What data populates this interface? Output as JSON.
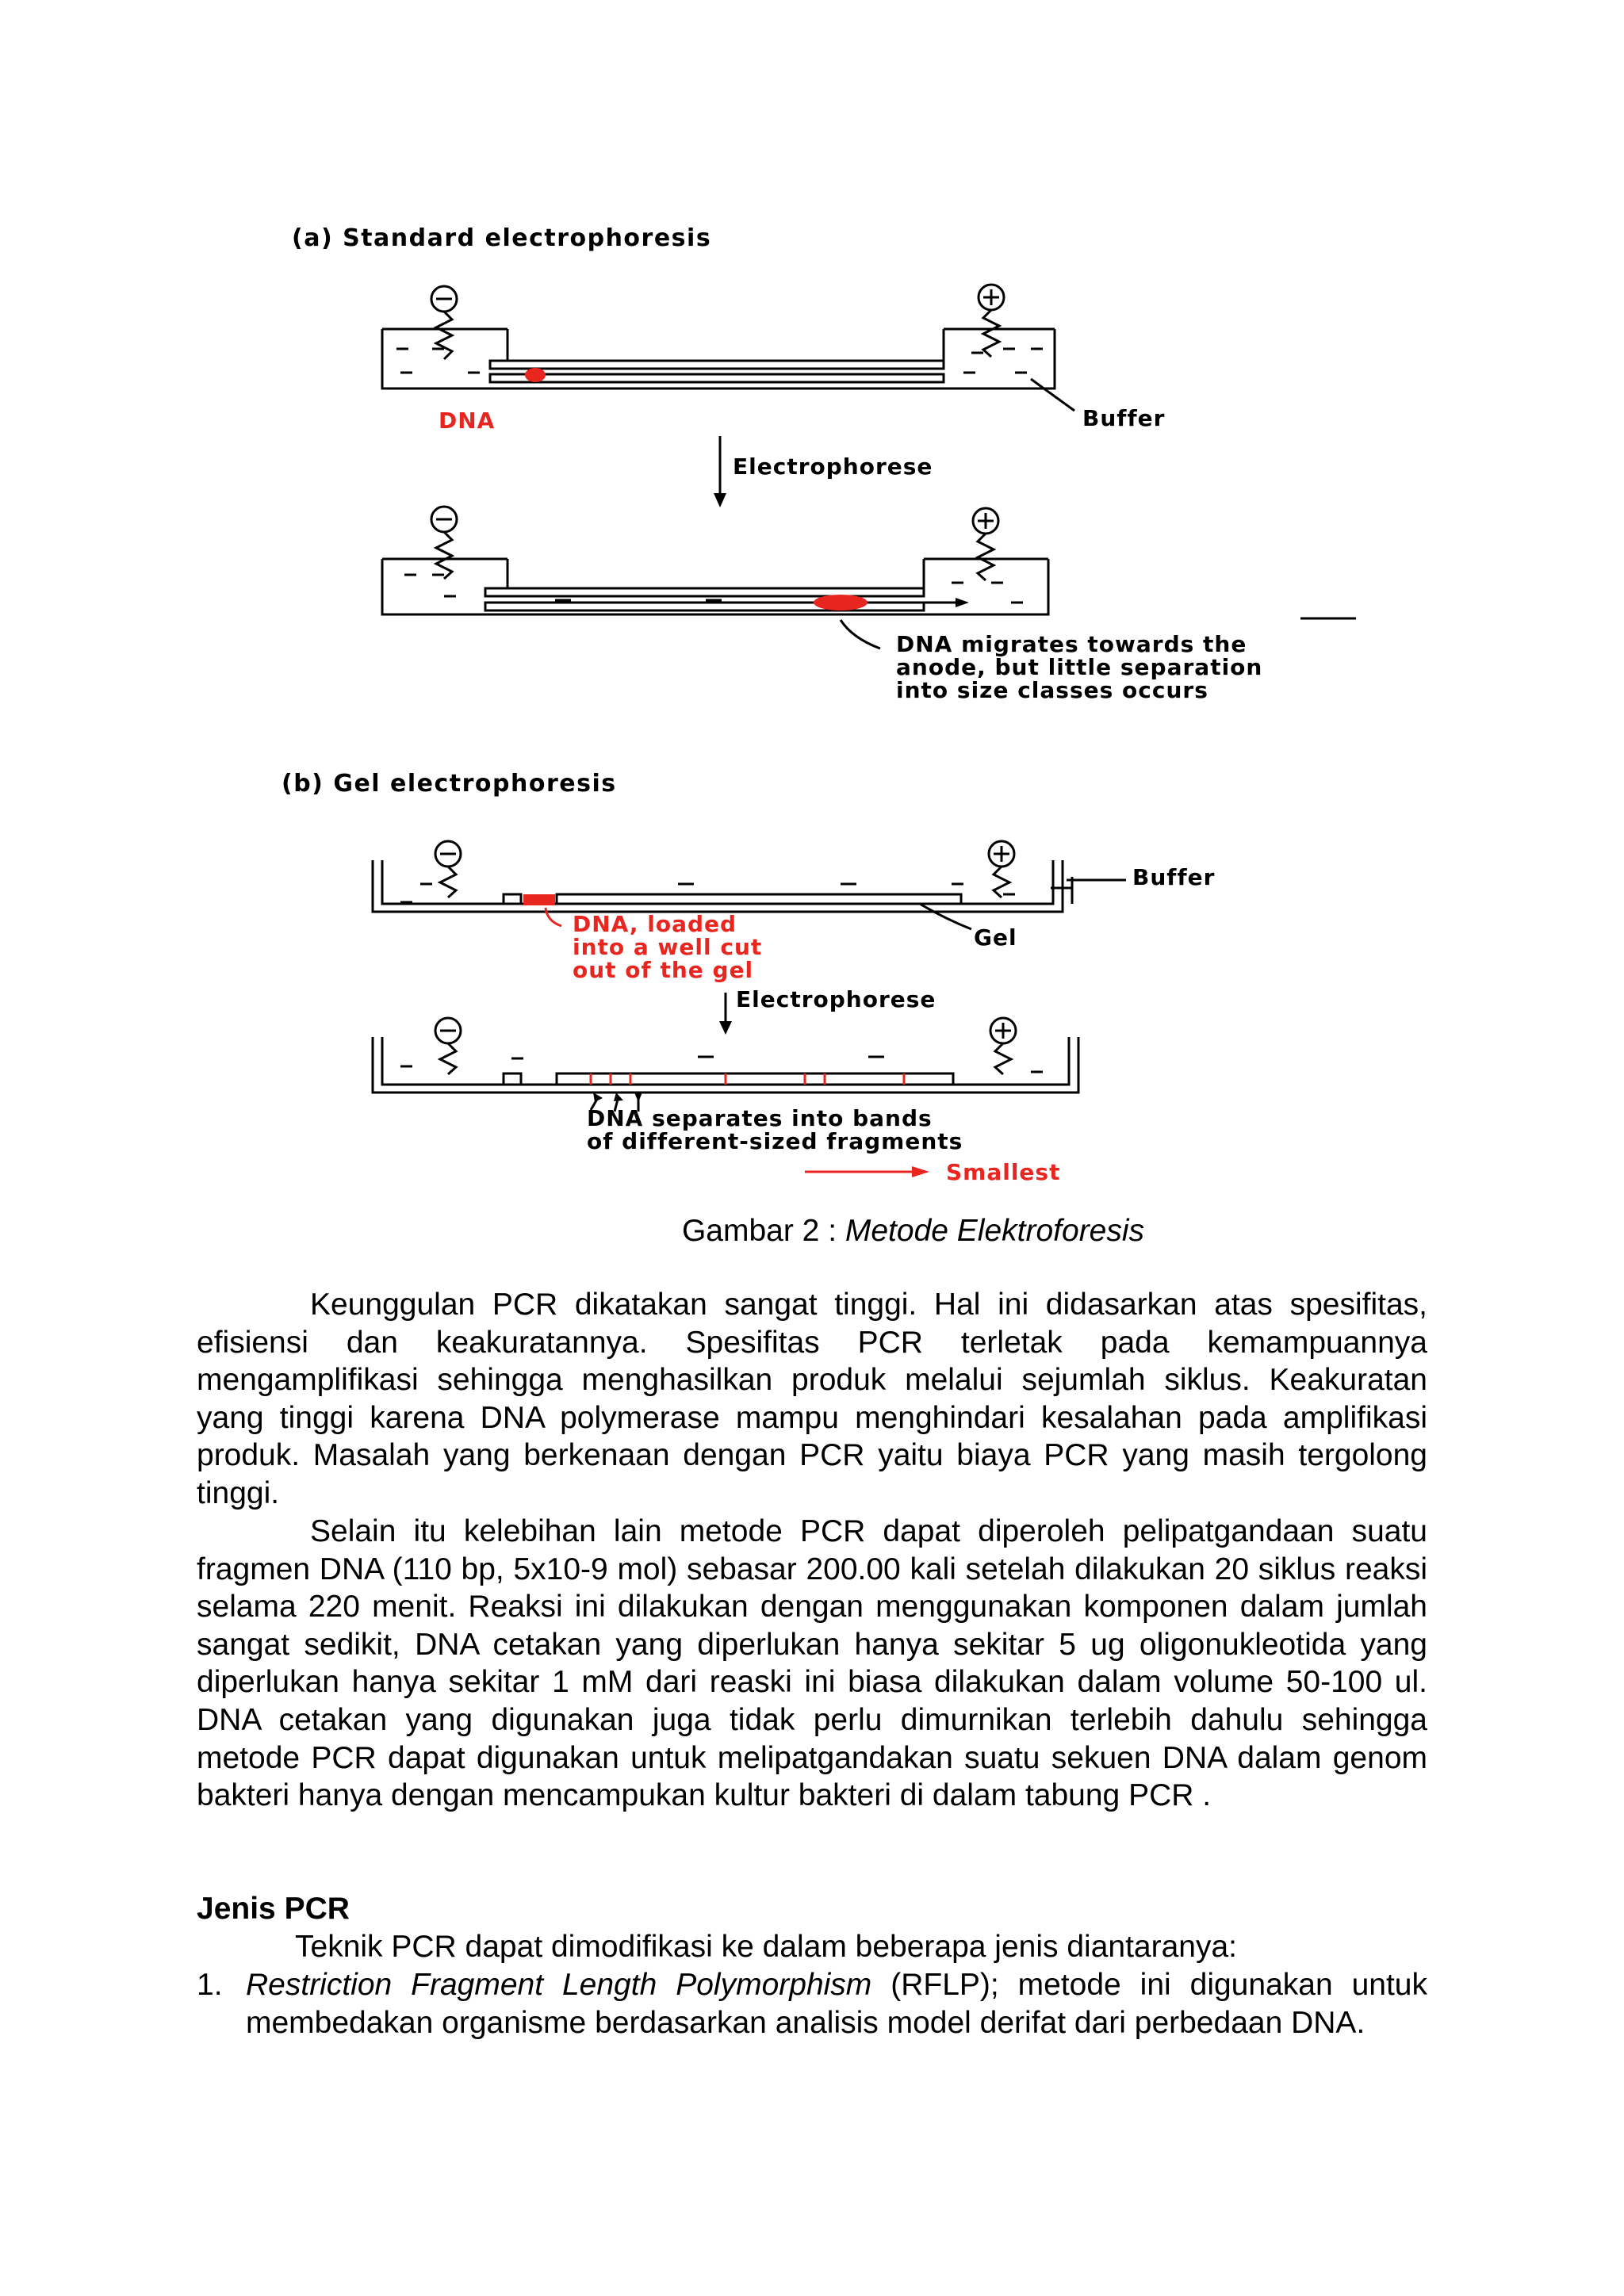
{
  "figure": {
    "panel_a": {
      "title": "(a)  Standard electrophoresis",
      "dna_label": "DNA",
      "buffer_label": "Buffer",
      "arrow_label": "Electrophorese",
      "migration_note": [
        "DNA migrates towards the",
        "anode, but little separation",
        "into size classes occurs"
      ]
    },
    "panel_b": {
      "title": "(b)  Gel electrophoresis",
      "buffer_label": "Buffer",
      "gel_label": "Gel",
      "dna_loaded_label": [
        "DNA, loaded",
        "into a well cut",
        "out of the gel"
      ],
      "arrow_label": "Electrophorese",
      "bands_note": [
        "DNA separates into bands",
        "of different-sized fragments"
      ],
      "smallest_label": "Smallest"
    },
    "colors": {
      "dna_red": "#e8251f",
      "line_black": "#000000"
    }
  },
  "caption": {
    "prefix": "Gambar  2 : ",
    "title": "Metode Elektroforesis"
  },
  "paragraphs": [
    "Keunggulan PCR dikatakan sangat tinggi. Hal ini didasarkan atas spesifitas, efisiensi dan keakuratannya. Spesifitas PCR terletak pada kemampuannya mengamplifikasi sehingga menghasilkan produk melalui sejumlah siklus. Keakuratan yang tinggi karena DNA polymerase mampu menghindari kesalahan pada amplifikasi produk. Masalah yang berkenaan dengan PCR yaitu biaya PCR yang masih tergolong tinggi.",
    "Selain itu kelebihan lain metode PCR  dapat diperoleh pelipatgandaan suatu fragmen DNA (110 bp, 5x10-9 mol) sebasar 200.00 kali setelah dilakukan 20 siklus reaksi selama 220 menit. Reaksi ini dilakukan dengan menggunakan  komponen dalam jumlah sangat sedikit, DNA cetakan yang diperlukan hanya sekitar 5 ug oligonukleotida yang diperlukan hanya sekitar 1 mM dari reaski ini biasa dilakukan dalam volume 50-100 ul. DNA cetakan yang digunakan juga tidak perlu dimurnikan terlebih dahulu sehingga metode PCR dapat digunakan untuk melipatgandakan suatu sekuen DNA dalam genom bakteri hanya dengan mencampukan kultur bakteri di dalam tabung PCR ."
  ],
  "section": {
    "heading": "Jenis PCR",
    "intro": "Teknik PCR dapat dimodifikasi ke dalam beberapa jenis diantaranya:",
    "items": [
      {
        "number": "1.",
        "term": "Restriction Fragment Length Polymorphism",
        "rest": " (RFLP); metode ini digunakan untuk membedakan organisme berdasarkan analisis model derifat dari perbedaan DNA."
      }
    ]
  }
}
